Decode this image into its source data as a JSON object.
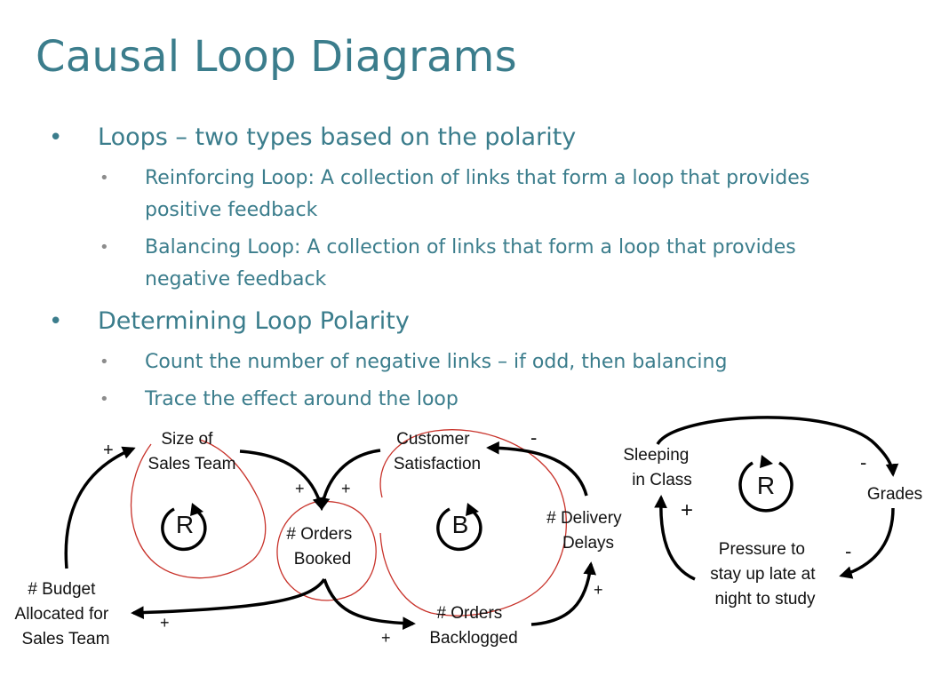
{
  "title": "Causal Loop Diagrams",
  "bullets": [
    {
      "text": "Loops – two types based on the polarity",
      "sub": [
        {
          "line1": "Reinforcing Loop: A collection of links that form a loop that provides",
          "line2": "positive feedback"
        },
        {
          "line1": "Balancing Loop:  A collection of links that form a loop that provides",
          "line2": "negative feedback"
        }
      ]
    },
    {
      "text": "Determining Loop Polarity",
      "sub": [
        {
          "line1": "Count the number of negative links – if odd, then balancing"
        },
        {
          "line1": "Trace the effect around the loop"
        }
      ]
    }
  ],
  "diagram1": {
    "nodes": {
      "size_sales": [
        "Size of",
        "Sales Team"
      ],
      "customer_sat": [
        "Customer",
        "Satisfaction"
      ],
      "orders_booked": [
        "# Orders",
        "Booked"
      ],
      "delivery_delays": [
        "# Delivery",
        "Delays"
      ],
      "budget": [
        "# Budget",
        "Allocated for",
        "Sales Team"
      ],
      "backlogged": [
        "# Orders",
        "Backlogged"
      ]
    },
    "signs": {
      "budget_to_size": "+",
      "size_to_orders": "+",
      "sat_to_orders": "+",
      "delays_to_sat": "-",
      "orders_to_budget": "+",
      "orders_to_backlog": "+",
      "backlog_to_delays": "+"
    },
    "loops": {
      "left": "R",
      "right": "B"
    }
  },
  "diagram2": {
    "nodes": {
      "sleeping": [
        "Sleeping",
        "in Class"
      ],
      "grades": [
        "Grades"
      ],
      "pressure": [
        "Pressure to",
        "stay up late at",
        "night to study"
      ]
    },
    "signs": {
      "sleep_to_grades": "-",
      "grades_to_pressure": "-",
      "pressure_to_sleep": "+"
    },
    "loop": "R"
  }
}
